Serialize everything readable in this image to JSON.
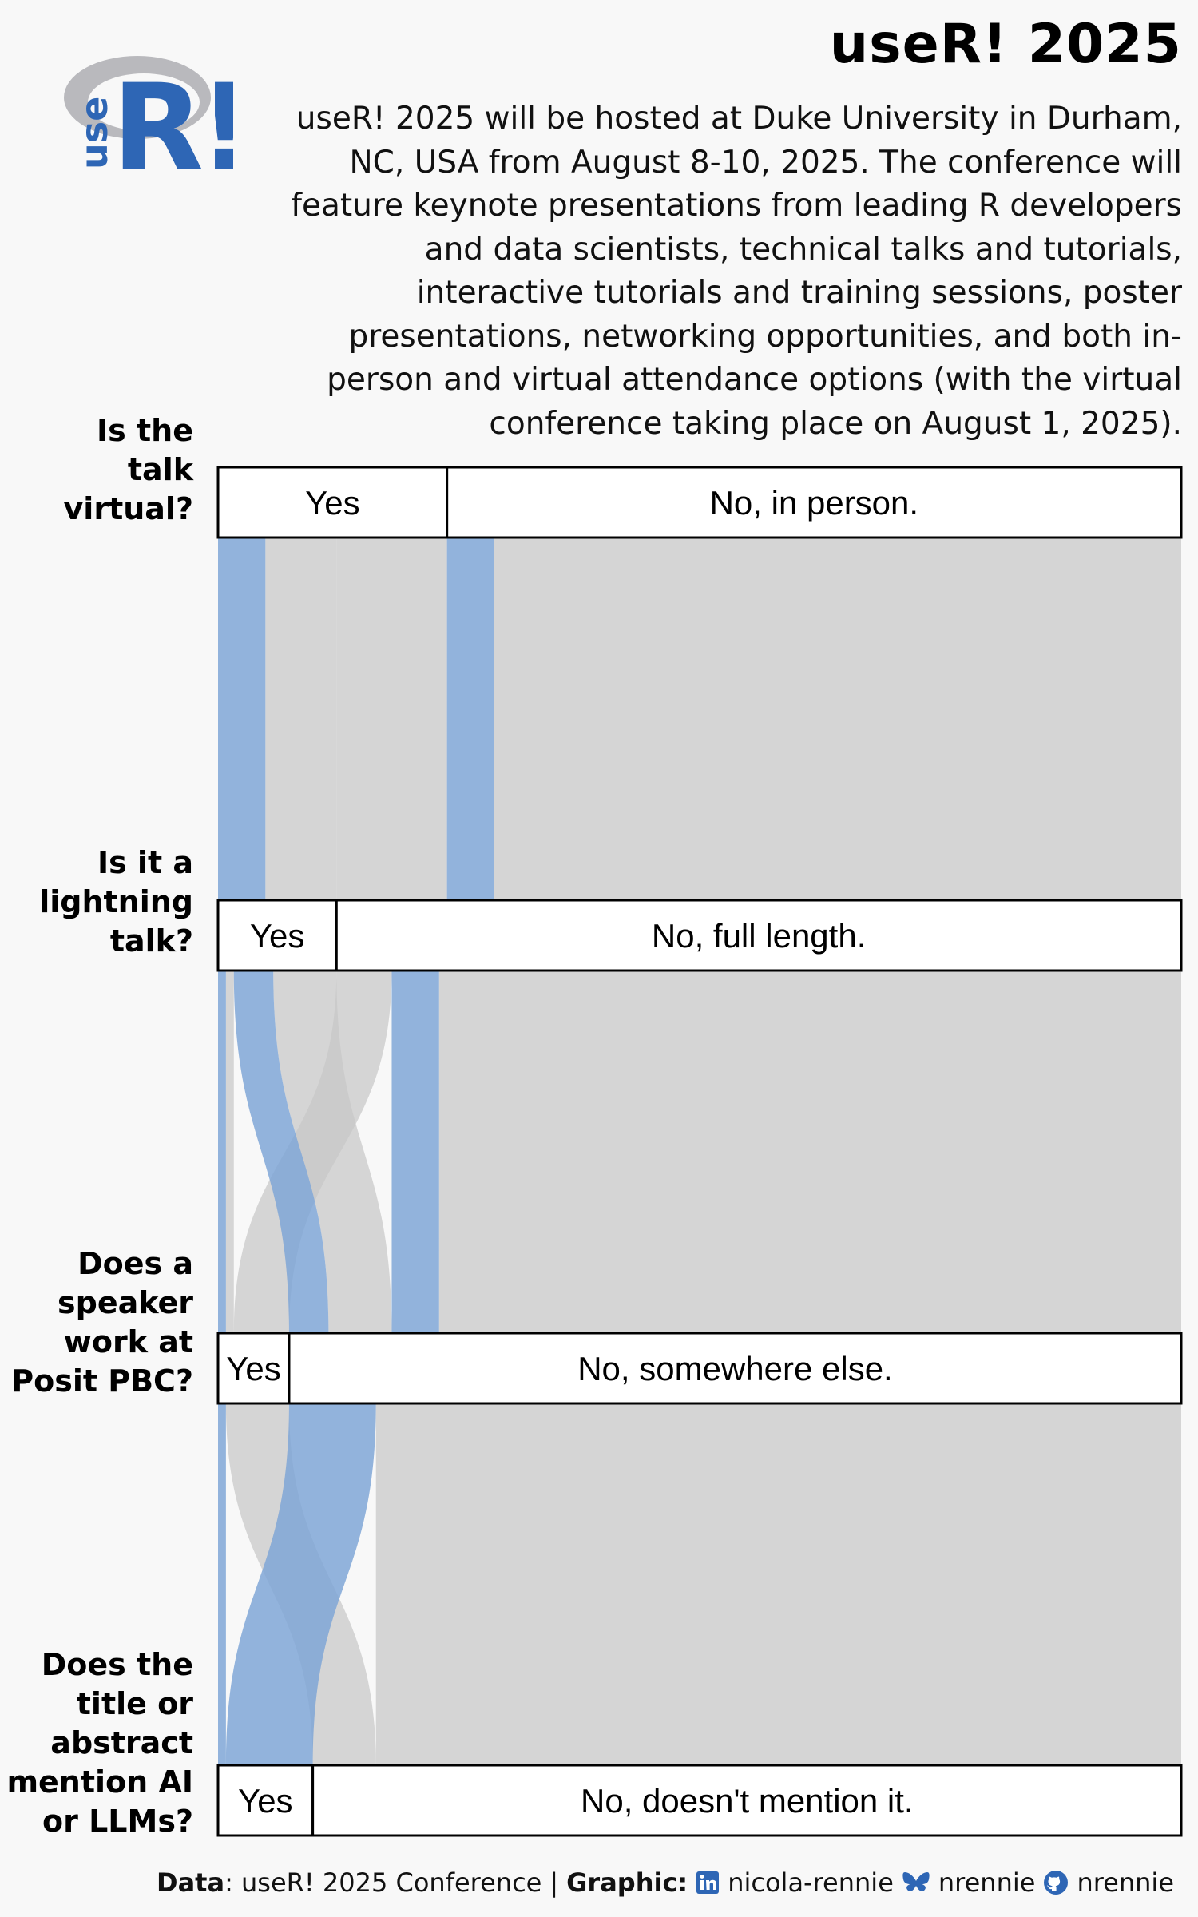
{
  "header": {
    "title": "useR! 2025",
    "description": "useR! 2025 will be hosted at Duke University in Durham, NC, USA from August 8-10, 2025. The conference will feature keynote presentations from leading R developers and data scientists, technical talks and tutorials, interactive tutorials and training sessions, poster presentations, networking opportunities, and both in-person and virtual attendance options (with the virtual conference taking place on August 1, 2025).",
    "logo_text": "useR!"
  },
  "colors": {
    "highlight": "#7ba3d6",
    "muted": "#c6c6c6",
    "box_border": "#000000",
    "background": "#f8f8f8"
  },
  "chart_data": {
    "type": "parallel-sets",
    "unit": "talks",
    "axes": [
      {
        "question": "Is the talk virtual?",
        "categories": [
          "Yes",
          "No, in person."
        ]
      },
      {
        "question": "Is it a lightning talk?",
        "categories": [
          "Yes",
          "No, full length."
        ]
      },
      {
        "question": "Does a speaker work at Posit PBC?",
        "categories": [
          "Yes",
          "No, somewhere else."
        ]
      },
      {
        "question": "Does the title or abstract mention AI or LLMs?",
        "categories": [
          "Yes",
          "No, doesn't mention it."
        ]
      }
    ],
    "highlight_rule": "talks mentioning AI or LLMs",
    "category_totals": [
      [
        29,
        93
      ],
      [
        15,
        107
      ],
      [
        9,
        113
      ],
      [
        12,
        110
      ]
    ],
    "flows": [
      {
        "from_axis": 0,
        "to_axis": 1,
        "from": "Yes",
        "to": "Yes",
        "value": 6,
        "highlight": true
      },
      {
        "from_axis": 0,
        "to_axis": 1,
        "from": "Yes",
        "to": "Yes",
        "value": 9,
        "highlight": false
      },
      {
        "from_axis": 0,
        "to_axis": 1,
        "from": "Yes",
        "to": "No, full length.",
        "value": 14,
        "highlight": false
      },
      {
        "from_axis": 0,
        "to_axis": 1,
        "from": "No, in person.",
        "to": "No, full length.",
        "value": 6,
        "highlight": true
      },
      {
        "from_axis": 0,
        "to_axis": 1,
        "from": "No, in person.",
        "to": "No, full length.",
        "value": 87,
        "highlight": false
      },
      {
        "from_axis": 1,
        "to_axis": 2,
        "from": "Yes",
        "to": "Yes",
        "value": 1,
        "highlight": true
      },
      {
        "from_axis": 1,
        "to_axis": 2,
        "from": "Yes",
        "to": "Yes",
        "value": 1,
        "highlight": false
      },
      {
        "from_axis": 1,
        "to_axis": 2,
        "from": "Yes",
        "to": "No, somewhere else.",
        "value": 5,
        "highlight": true
      },
      {
        "from_axis": 1,
        "to_axis": 2,
        "from": "Yes",
        "to": "No, somewhere else.",
        "value": 8,
        "highlight": false
      },
      {
        "from_axis": 1,
        "to_axis": 2,
        "from": "No, full length.",
        "to": "Yes",
        "value": 7,
        "highlight": false
      },
      {
        "from_axis": 1,
        "to_axis": 2,
        "from": "No, full length.",
        "to": "No, somewhere else.",
        "value": 6,
        "highlight": true
      },
      {
        "from_axis": 1,
        "to_axis": 2,
        "from": "No, full length.",
        "to": "No, somewhere else.",
        "value": 94,
        "highlight": false
      },
      {
        "from_axis": 2,
        "to_axis": 3,
        "from": "Yes",
        "to": "Yes",
        "value": 1,
        "highlight": true
      },
      {
        "from_axis": 2,
        "to_axis": 3,
        "from": "Yes",
        "to": "No, doesn't mention it.",
        "value": 8,
        "highlight": false
      },
      {
        "from_axis": 2,
        "to_axis": 3,
        "from": "No, somewhere else.",
        "to": "Yes",
        "value": 11,
        "highlight": true
      },
      {
        "from_axis": 2,
        "to_axis": 3,
        "from": "No, somewhere else.",
        "to": "No, doesn't mention it.",
        "value": 102,
        "highlight": false
      }
    ]
  },
  "footer": {
    "data_label": "Data",
    "data_value": ": useR! 2025 Conference",
    "separator": "|",
    "graphic_label": "Graphic:",
    "linkedin_icon": "linkedin-icon",
    "linkedin": "nicola-rennie",
    "bluesky_icon": "butterfly-icon",
    "bluesky": "nrennie",
    "github_icon": "github-icon",
    "github": "nrennie"
  }
}
